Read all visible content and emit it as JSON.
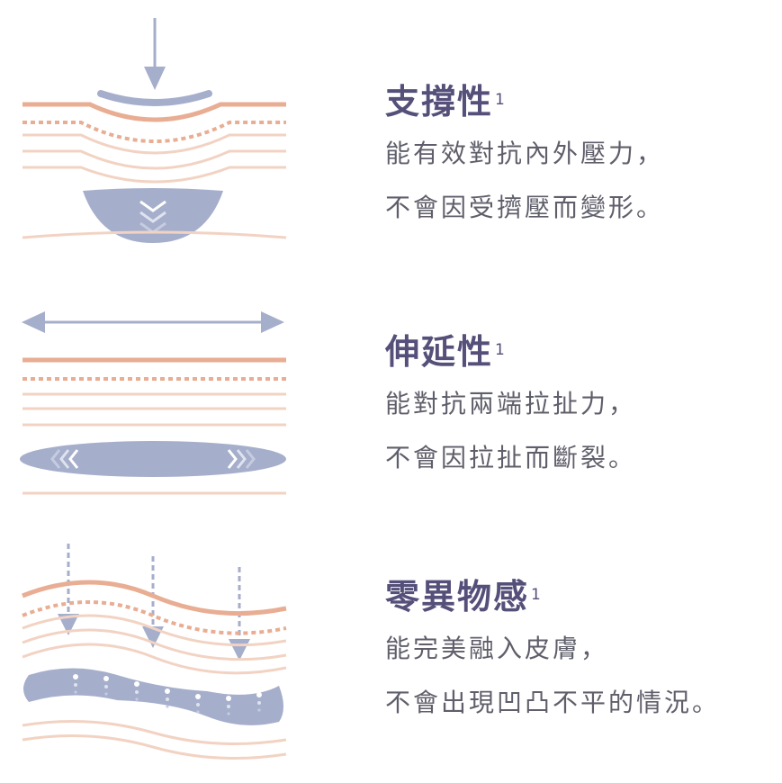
{
  "sections": [
    {
      "title": "支撐性",
      "sup": "1",
      "lines": [
        "能有效對抗內外壓力，",
        "不會因受擠壓而變形。"
      ],
      "icon": "press-down-icon"
    },
    {
      "title": "伸延性",
      "sup": "1",
      "lines": [
        "能對抗兩端拉扯力，",
        "不會因拉扯而斷裂。"
      ],
      "icon": "stretch-icon"
    },
    {
      "title": "零異物感",
      "sup": "1",
      "lines": [
        "能完美融入皮膚，",
        "不會出現凹凸不平的情況。"
      ],
      "icon": "blend-icon"
    }
  ],
  "colors": {
    "title": "#55507a",
    "body_text": "#5f5f6b",
    "skin_line": "#e8ad92",
    "skin_line_light": "#f2d3c3",
    "implant": "#a5aecb",
    "arrow": "#a5aecb"
  }
}
